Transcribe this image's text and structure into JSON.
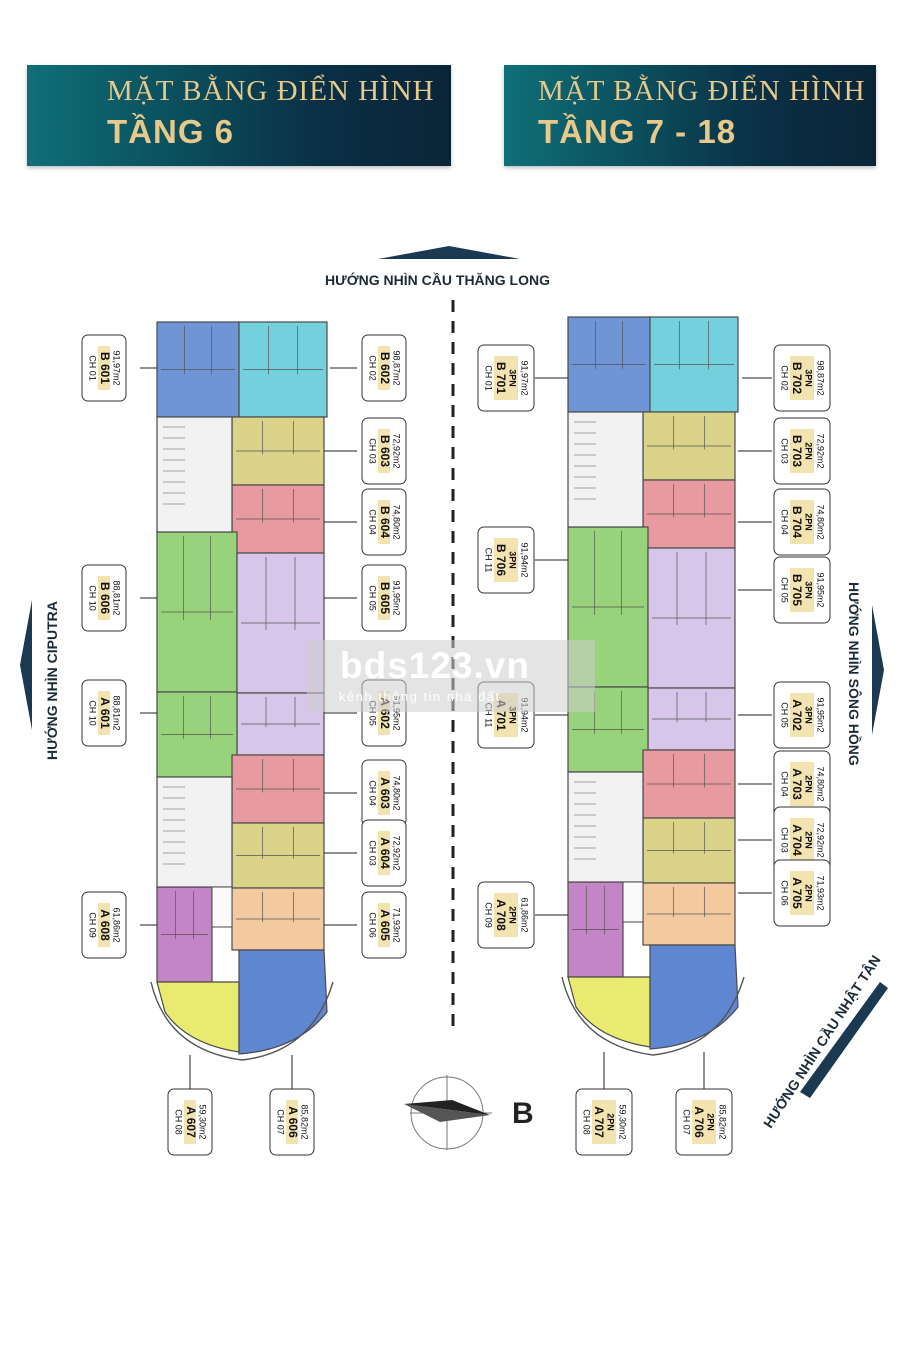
{
  "banners": {
    "left": {
      "line1": "MẶT BẰNG ĐIỂN HÌNH",
      "line2": "TẦNG 6"
    },
    "right": {
      "line1": "MẶT BẰNG ĐIỂN HÌNH",
      "line2": "TẦNG 7 - 18"
    }
  },
  "directions": {
    "top": "HƯỚNG NHÌN CẦU THĂNG LONG",
    "left": "HƯỚNG NHÌN CIPUTRA",
    "right": "HƯỚNG NHÌN SÔNG HỒNG",
    "bottom_right": "HƯỚNG NHÌN CẦU NHẬT TÂN"
  },
  "compass": {
    "label": "B"
  },
  "watermark": {
    "main": "bds123.vn",
    "sub": "kênh thông tin nhà đất"
  },
  "colors": {
    "banner_text": "#e6c98b",
    "blue": "#6f95d6",
    "cyan": "#74d0dc",
    "olive": "#dcd38a",
    "pink": "#e79a9f",
    "lavender": "#d8c6ea",
    "green": "#98d27b",
    "orange": "#f3c9a0",
    "mauve": "#c385c6",
    "yellow": "#e9ea70",
    "royal": "#5f86d0"
  },
  "floor6_labels": [
    {
      "ch": "CH 01",
      "name": "B 601",
      "area": "91,97m2"
    },
    {
      "ch": "CH 02",
      "name": "B 602",
      "area": "98,87m2"
    },
    {
      "ch": "CH 03",
      "name": "B 603",
      "area": "72,92m2"
    },
    {
      "ch": "CH 04",
      "name": "B 604",
      "area": "74,80m2"
    },
    {
      "ch": "CH 10",
      "name": "B 606",
      "area": "88,81m2"
    },
    {
      "ch": "CH 05",
      "name": "B 605",
      "area": "91,95m2"
    },
    {
      "ch": "CH 10",
      "name": "A 601",
      "area": "88,81m2"
    },
    {
      "ch": "CH 05",
      "name": "A 602",
      "area": "91,95m2"
    },
    {
      "ch": "CH 04",
      "name": "A 603",
      "area": "74,80m2"
    },
    {
      "ch": "CH 03",
      "name": "A 604",
      "area": "72,92m2"
    },
    {
      "ch": "CH 09",
      "name": "A 608",
      "area": "61,86m2"
    },
    {
      "ch": "CH 06",
      "name": "A 605",
      "area": "71,93m2"
    },
    {
      "ch": "CH 08",
      "name": "A 607",
      "area": "59,30m2"
    },
    {
      "ch": "CH 07",
      "name": "A 606",
      "area": "85,82m2"
    }
  ],
  "floor7_labels": [
    {
      "ch": "CH 01",
      "name": "B 701",
      "pn": "3PN",
      "area": "91,97m2"
    },
    {
      "ch": "CH 02",
      "name": "B 702",
      "pn": "3PN",
      "area": "98,87m2"
    },
    {
      "ch": "CH 03",
      "name": "B 703",
      "pn": "2PN",
      "area": "72,92m2"
    },
    {
      "ch": "CH 04",
      "name": "B 704",
      "pn": "2PN",
      "area": "74,80m2"
    },
    {
      "ch": "CH 11",
      "name": "B 706",
      "pn": "3PN",
      "area": "91,94m2"
    },
    {
      "ch": "CH 05",
      "name": "B 705",
      "pn": "3PN",
      "area": "91,95m2"
    },
    {
      "ch": "CH 11",
      "name": "A 701",
      "pn": "3PN",
      "area": "91,94m2"
    },
    {
      "ch": "CH 05",
      "name": "A 702",
      "pn": "3PN",
      "area": "91,95m2"
    },
    {
      "ch": "CH 04",
      "name": "A 703",
      "pn": "2PN",
      "area": "74,80m2"
    },
    {
      "ch": "CH 03",
      "name": "A 704",
      "pn": "2PN",
      "area": "72,92m2"
    },
    {
      "ch": "CH 09",
      "name": "A 708",
      "pn": "2PN",
      "area": "61,86m2"
    },
    {
      "ch": "CH 06",
      "name": "A 705",
      "pn": "2PN",
      "area": "71,93m2"
    },
    {
      "ch": "CH 08",
      "name": "A 707",
      "pn": "2PN",
      "area": "59,30m2"
    },
    {
      "ch": "CH 07",
      "name": "A 706",
      "pn": "2PN",
      "area": "85,82m2"
    }
  ]
}
